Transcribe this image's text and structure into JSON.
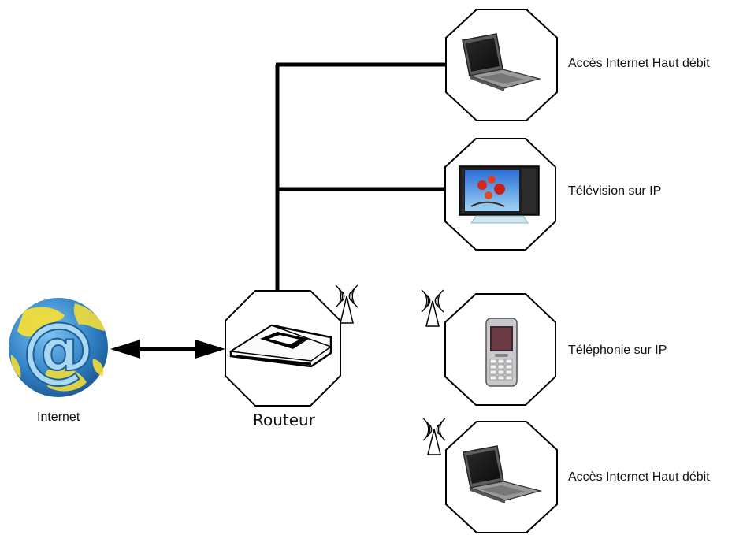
{
  "nodes": {
    "internet": {
      "label": "Internet",
      "icon": "globe-at-icon"
    },
    "router": {
      "label": "Routeur",
      "icon": "router-icon",
      "wireless": true
    },
    "devices": [
      {
        "label": "Accès Internet Haut débit",
        "icon": "laptop-icon",
        "connection": "wired"
      },
      {
        "label": "Télévision sur IP",
        "icon": "tv-icon",
        "connection": "wired"
      },
      {
        "label": "Téléphonie sur IP",
        "icon": "mobile-phone-icon",
        "connection": "wireless"
      },
      {
        "label": "Accès Internet Haut débit",
        "icon": "laptop-icon",
        "connection": "wireless"
      }
    ]
  },
  "links": [
    {
      "from": "internet",
      "to": "router",
      "style": "bidirectional-arrow"
    }
  ],
  "colors": {
    "line": "#000000",
    "globe_ocean": "#3a8fd0",
    "globe_land": "#f2dd3a",
    "at_sign": "#9fd0ee"
  }
}
